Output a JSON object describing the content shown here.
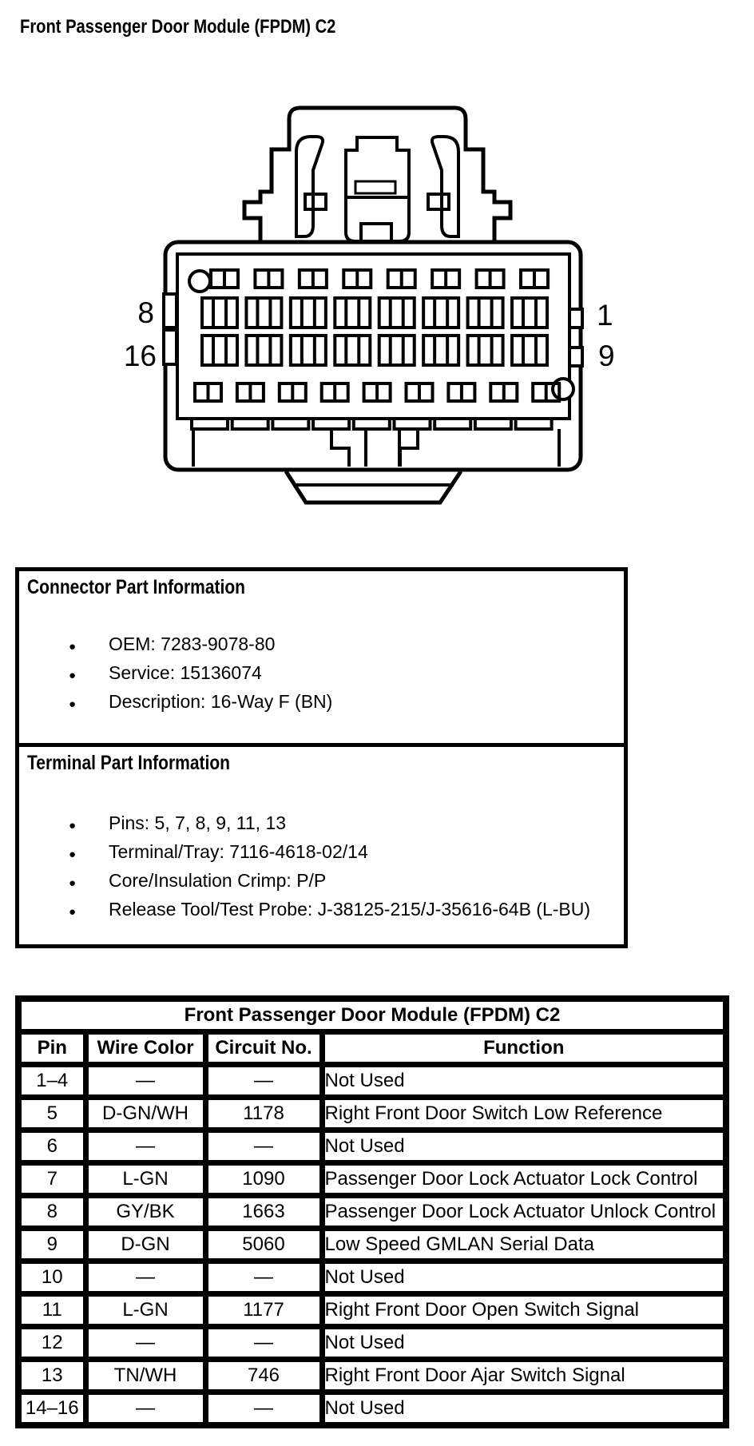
{
  "page_title": "Front Passenger Door Module (FPDM) C2",
  "ui": {
    "bullet": "●"
  },
  "diagram": {
    "pin_labels": {
      "top_left": "8",
      "bottom_left": "16",
      "top_right": "1",
      "bottom_right": "9"
    }
  },
  "connector_info": {
    "title": "Connector Part Information",
    "items": [
      "OEM: 7283-9078-80",
      "Service: 15136074",
      "Description: 16-Way F (BN)"
    ]
  },
  "terminal_info": {
    "title": "Terminal Part Information",
    "items": [
      "Pins: 5, 7, 8, 9, 11, 13",
      "Terminal/Tray: 7116-4618-02/14",
      "Core/Insulation Crimp: P/P",
      "Release Tool/Test Probe: J-38125-215/J-35616-64B (L-BU)"
    ]
  },
  "pinout_table": {
    "title": "Front Passenger Door Module (FPDM) C2",
    "columns": [
      "Pin",
      "Wire Color",
      "Circuit No.",
      "Function"
    ],
    "rows": [
      [
        "1–4",
        "—",
        "—",
        "Not Used"
      ],
      [
        "5",
        "D-GN/WH",
        "1178",
        "Right Front Door Switch Low Reference"
      ],
      [
        "6",
        "—",
        "—",
        "Not Used"
      ],
      [
        "7",
        "L-GN",
        "1090",
        "Passenger Door Lock Actuator Lock Control"
      ],
      [
        "8",
        "GY/BK",
        "1663",
        "Passenger Door Lock Actuator Unlock Control"
      ],
      [
        "9",
        "D-GN",
        "5060",
        "Low Speed GMLAN Serial Data"
      ],
      [
        "10",
        "—",
        "—",
        "Not Used"
      ],
      [
        "11",
        "L-GN",
        "1177",
        "Right Front Door Open Switch Signal"
      ],
      [
        "12",
        "—",
        "—",
        "Not Used"
      ],
      [
        "13",
        "TN/WH",
        "746",
        "Right Front Door Ajar Switch Signal"
      ],
      [
        "14–16",
        "—",
        "—",
        "Not Used"
      ]
    ]
  }
}
